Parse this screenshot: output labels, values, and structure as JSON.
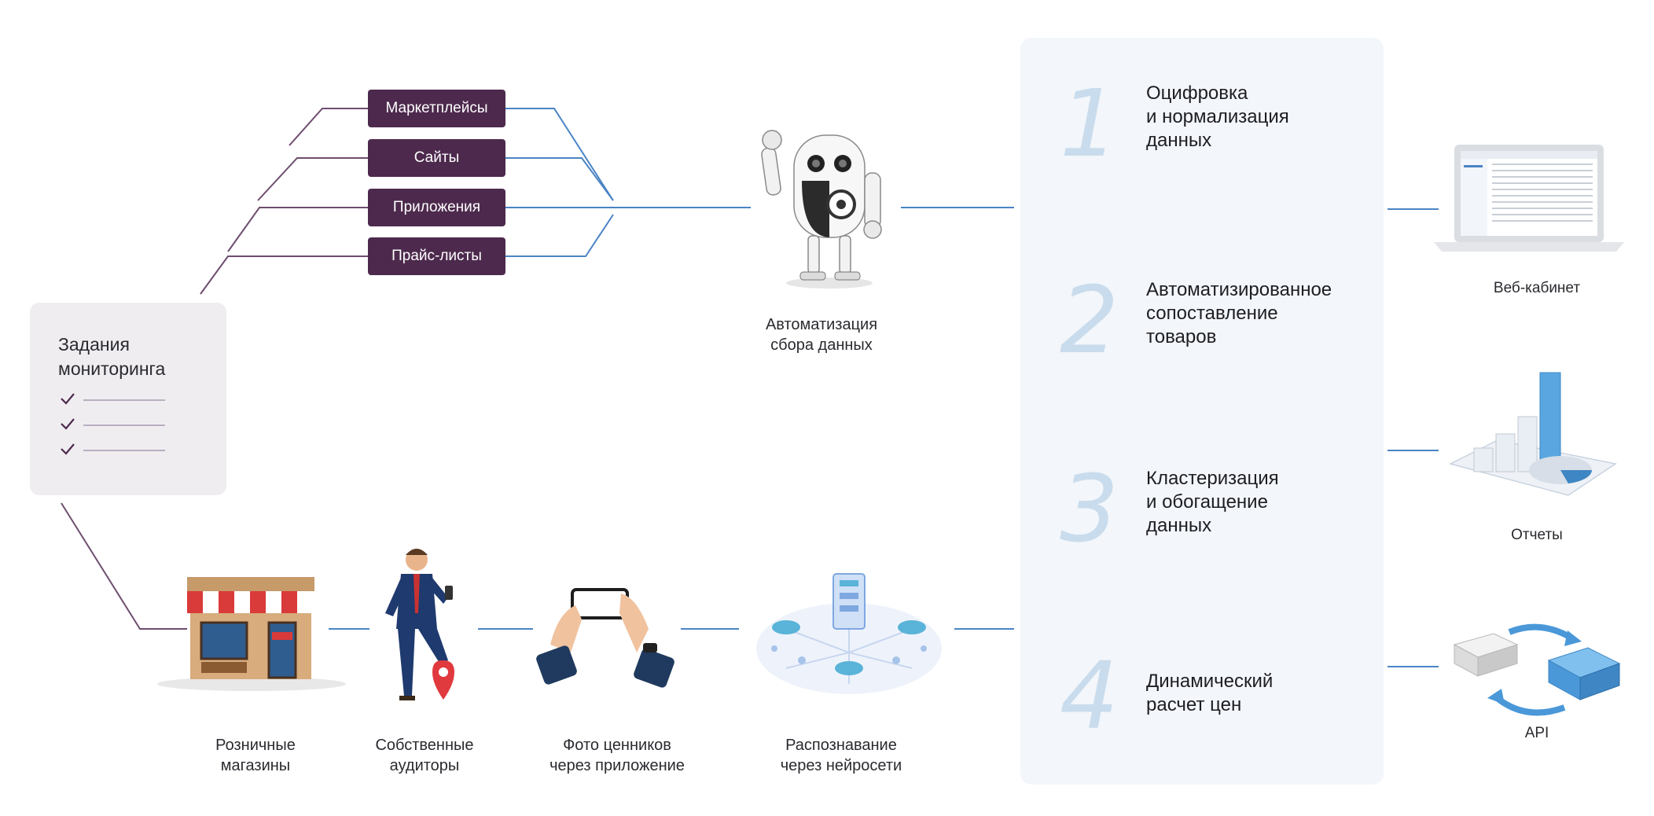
{
  "task": {
    "title_line1": "Задания",
    "title_line2": "мониторинга"
  },
  "sources": [
    "Маркетплейсы",
    "Сайты",
    "Приложения",
    "Прайс-листы"
  ],
  "robot_caption": [
    "Автоматизация",
    "сбора данных"
  ],
  "bottom_chain": [
    {
      "line1": "Розничные",
      "line2": "магазины",
      "icon": "store-icon"
    },
    {
      "line1": "Собственные",
      "line2": "аудиторы",
      "icon": "auditor-icon"
    },
    {
      "line1": "Фото ценников",
      "line2": "через приложение",
      "icon": "phone-photo-icon"
    },
    {
      "line1": "Распознавание",
      "line2": "через нейросети",
      "icon": "neural-network-icon"
    }
  ],
  "steps": [
    {
      "num": "1",
      "lines": [
        "Оцифровка",
        "и нормализация",
        "данных"
      ]
    },
    {
      "num": "2",
      "lines": [
        "Автоматизированное",
        "сопоставление",
        "товаров"
      ]
    },
    {
      "num": "3",
      "lines": [
        "Кластеризация",
        "и обогащение",
        "данных"
      ]
    },
    {
      "num": "4",
      "lines": [
        "Динамический",
        "расчет цен"
      ]
    }
  ],
  "outputs": [
    {
      "label": "Веб-кабинет",
      "icon": "laptop-icon"
    },
    {
      "label": "Отчеты",
      "icon": "reports-chart-icon"
    },
    {
      "label": "API",
      "icon": "api-sync-icon"
    }
  ],
  "colors": {
    "source_box": "#4d2a4d",
    "purple_line": "#6e4d6e",
    "blue_line": "#4a84c4",
    "step_number": "#c9dced",
    "panel": "#f3f6fa"
  }
}
